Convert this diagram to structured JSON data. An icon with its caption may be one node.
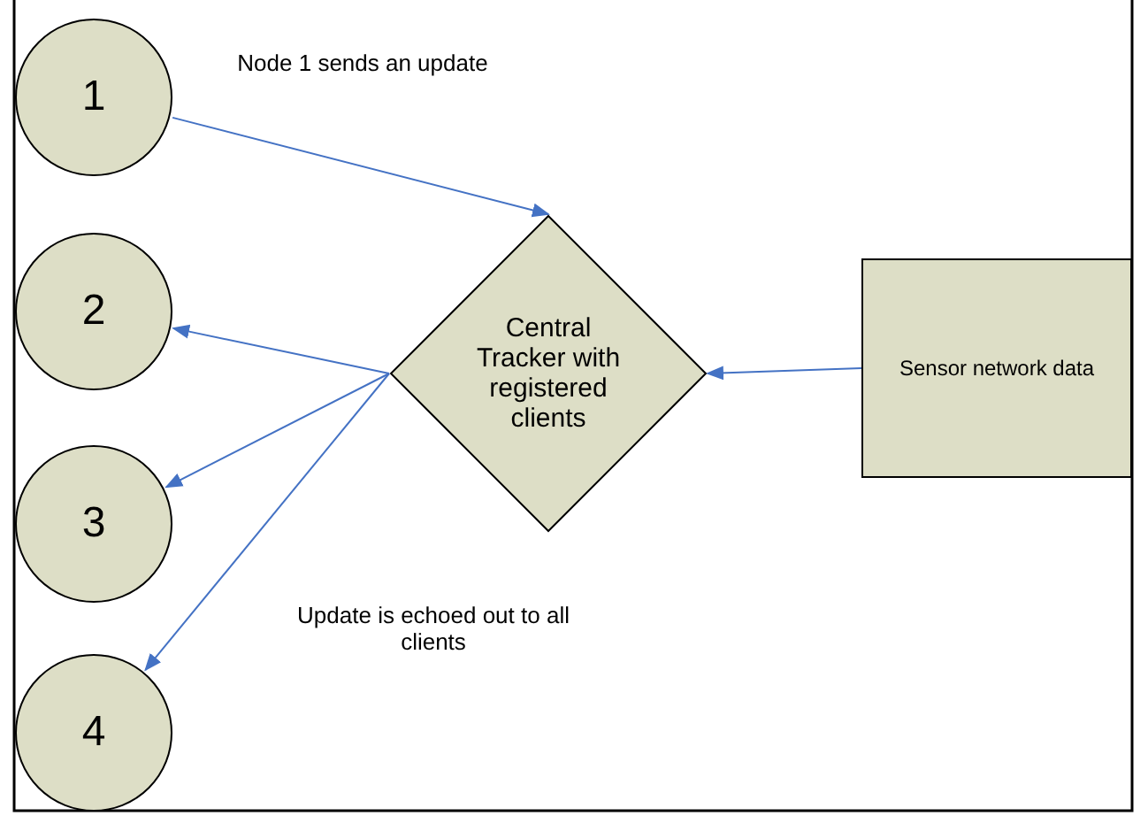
{
  "diagram": {
    "nodes": [
      {
        "text": [
          "1"
        ]
      },
      {
        "text": [
          "2"
        ]
      },
      {
        "text": [
          "3"
        ]
      },
      {
        "text": [
          "4"
        ]
      },
      {
        "text": [
          "Central Tracker with registered clients"
        ]
      },
      {
        "text": [
          "Sensor network data"
        ]
      }
    ],
    "edges": [
      {
        "from": 0,
        "to": 4,
        "arrow": "to"
      },
      {
        "from": 4,
        "to": 1,
        "arrow": "to"
      },
      {
        "from": 4,
        "to": 2,
        "arrow": "to"
      },
      {
        "from": 4,
        "to": 3,
        "arrow": "to"
      },
      {
        "from": 5,
        "to": 4,
        "arrow": "to"
      }
    ],
    "labels": [
      "Node 1 sends an update",
      "Update is echoed out to all clients"
    ]
  }
}
